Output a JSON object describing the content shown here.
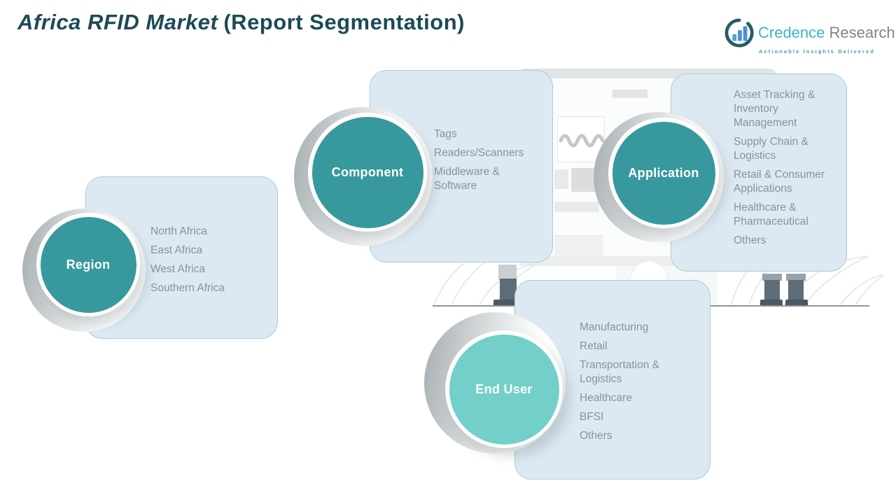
{
  "header": {
    "title_main": "Africa RFID Market",
    "title_suffix": "(Report Segmentation)"
  },
  "logo": {
    "brand_primary": "Credence",
    "brand_secondary": "Research",
    "tagline": "Actionable Insights Delivered",
    "icon": "bar-chart-circle-icon"
  },
  "colors": {
    "title_text": "#1c4a57",
    "teal_circle": "#37999d",
    "mint_circle": "#72cfc9",
    "card_background": "#dde9f2",
    "card_border": "#a9cdd8",
    "item_text": "#8c9196",
    "brand_cyan": "#3db3c6",
    "brand_gray": "#7f8487"
  },
  "segments": [
    {
      "name": "Region",
      "items": [
        "North Africa",
        "East Africa",
        "West Africa",
        "Southern Africa"
      ]
    },
    {
      "name": "Component",
      "items": [
        "Tags",
        "Readers/Scanners",
        "Middleware & Software"
      ]
    },
    {
      "name": "Application",
      "items": [
        "Asset Tracking & Inventory Management",
        "Supply Chain & Logistics",
        "Retail & Consumer Applications",
        "Healthcare & Pharmaceutical",
        "Others"
      ]
    },
    {
      "name": "End User",
      "items": [
        "Manufacturing",
        "Retail",
        "Transportation & Logistics",
        "Healthcare",
        "BFSI",
        "Others"
      ]
    }
  ]
}
